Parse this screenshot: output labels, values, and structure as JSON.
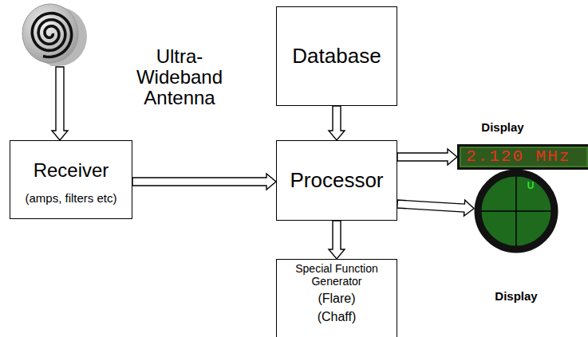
{
  "diagram": {
    "nodes": [
      {
        "text": [
          "Ultra- Wideband Antenna"
        ]
      },
      {
        "text": [
          "Database"
        ]
      },
      {
        "text": [
          "Receiver",
          "(amps, filters etc)"
        ]
      },
      {
        "text": [
          "Processor"
        ]
      },
      {
        "text": [
          "Display",
          "2.120 MHz"
        ]
      },
      {
        "text": [
          "U",
          "Display"
        ]
      },
      {
        "text": [
          "Special Function Generator",
          "(Flare)",
          "(Chaff)"
        ]
      }
    ],
    "edges": [
      {
        "from": 0,
        "to": 2,
        "arrow": "to"
      },
      {
        "from": 1,
        "to": 3,
        "arrow": "to"
      },
      {
        "from": 2,
        "to": 3,
        "arrow": "to"
      },
      {
        "from": 3,
        "to": 4,
        "arrow": "to"
      },
      {
        "from": 3,
        "to": 5,
        "arrow": "to"
      },
      {
        "from": 3,
        "to": 6,
        "arrow": "to"
      }
    ]
  }
}
